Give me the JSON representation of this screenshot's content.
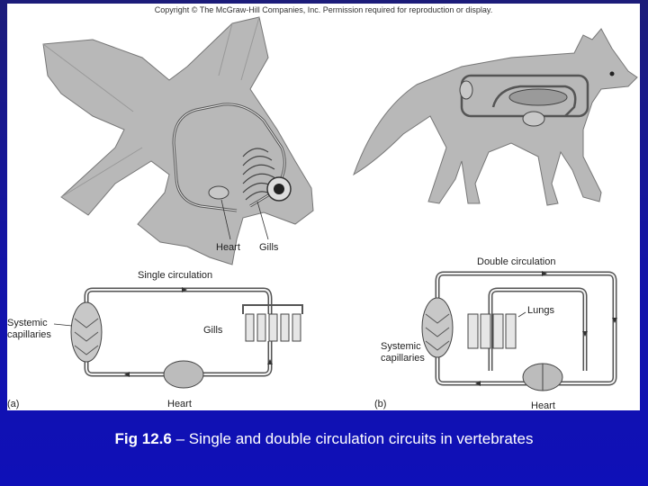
{
  "copyright": "Copyright © The McGraw-Hill Companies, Inc. Permission required for reproduction or display.",
  "labels": {
    "heart_fish": "Heart",
    "gills_fish": "Gills",
    "single_title": "Single circulation",
    "systemic_a": "Systemic",
    "capillaries_a": "capillaries",
    "gills_a": "Gills",
    "heart_a": "Heart",
    "panel_a": "(a)",
    "double_title": "Double circulation",
    "lungs_b": "Lungs",
    "systemic_b": "Systemic",
    "capillaries_b": "capillaries",
    "heart_b": "Heart",
    "panel_b": "(b)"
  },
  "caption": {
    "prefix": "Fig 12.6",
    "text": " – Single and double circulation circuits in vertebrates"
  },
  "colors": {
    "silhouette": "#b8b8b8",
    "vessel": "#555555",
    "background_top": "#1c1c7a",
    "background_bottom": "#0f10b8"
  }
}
